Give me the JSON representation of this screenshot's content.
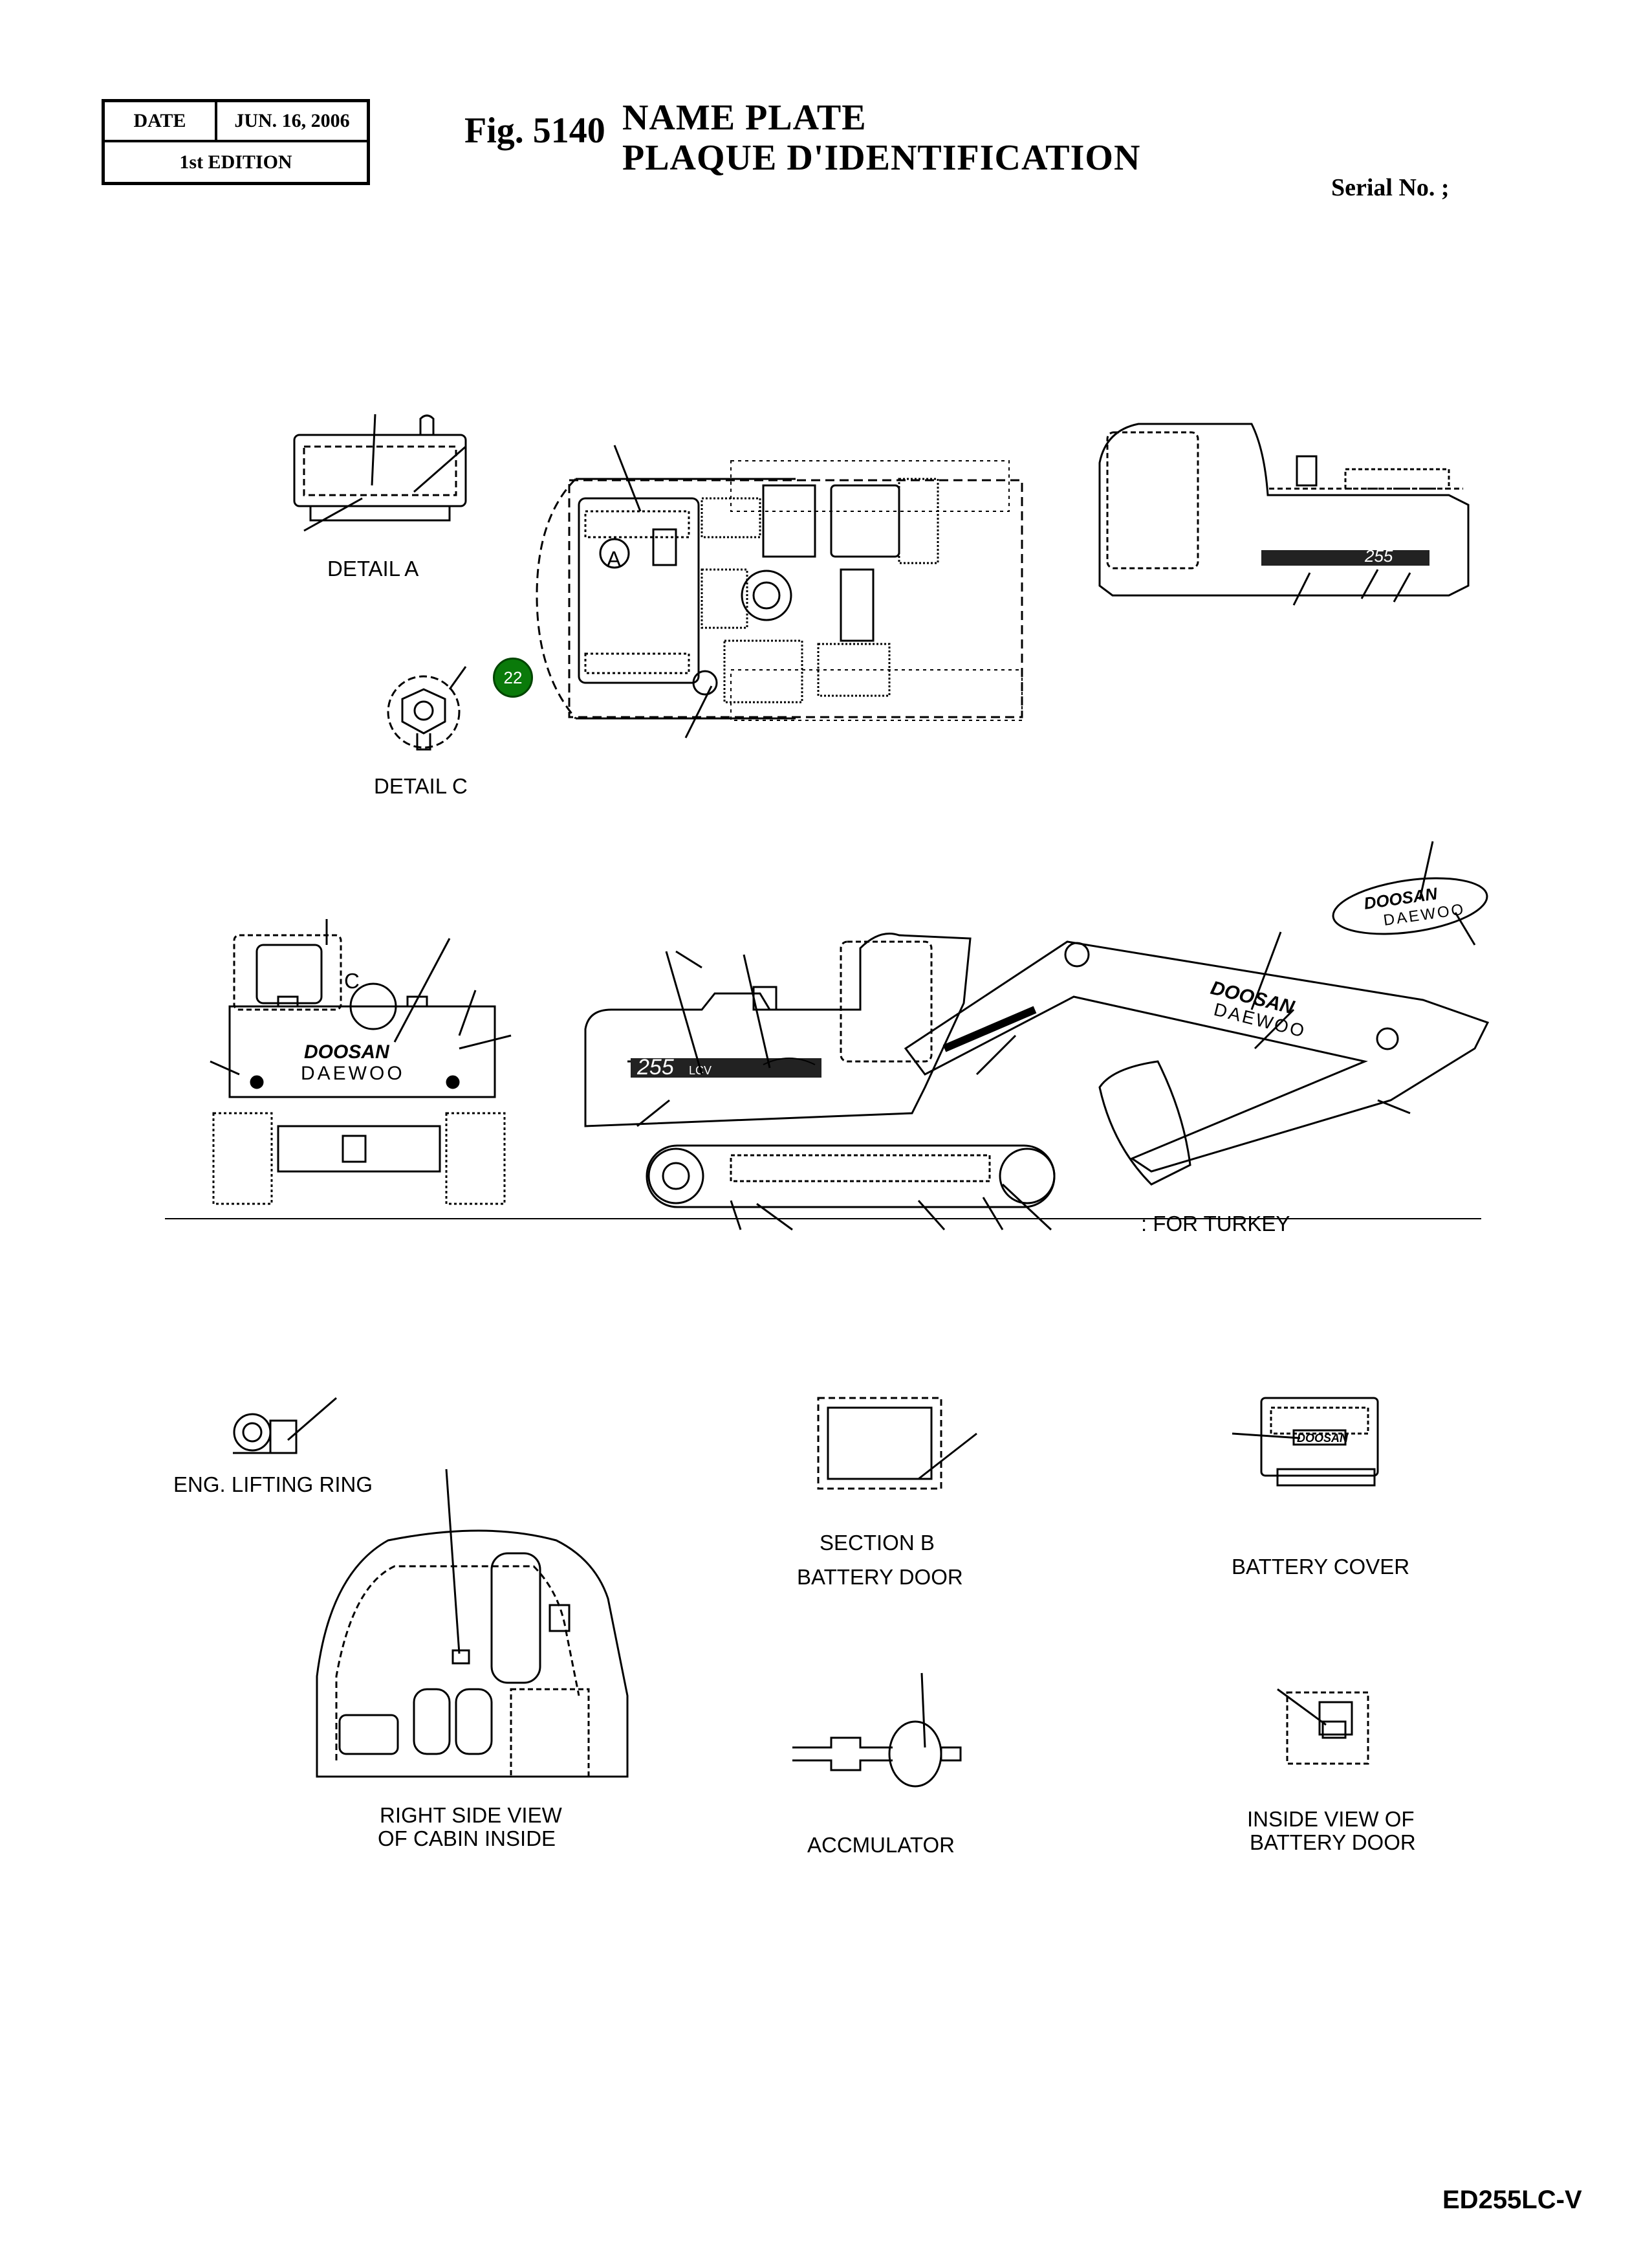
{
  "header": {
    "date_label": "DATE",
    "date_value": "JUN. 16, 2006",
    "edition": "1st EDITION",
    "fig_number": "Fig. 5140",
    "title_line1": "NAME  PLATE",
    "title_line2": "PLAQUE  D'IDENTIFICATION",
    "serial_label": "Serial No. ;"
  },
  "views": {
    "detail_a": "DETAIL  A",
    "detail_c": "DETAIL  C",
    "marker_a": "A",
    "marker_c": "C",
    "for_turkey": ": FOR TURKEY",
    "eng_lifting_ring": "ENG. LIFTING RING",
    "section_b": "SECTION  B",
    "battery_door": "BATTERY DOOR",
    "battery_cover": "BATTERY COVER",
    "cabin_line1": "RIGHT SIDE VIEW",
    "cabin_line2": "OF CABIN INSIDE",
    "accumulator": "ACCMULATOR",
    "inside_view_line1": "INSIDE VIEW OF",
    "inside_view_line2": "BATTERY DOOR"
  },
  "decals": {
    "brand_top": "DOOSAN",
    "brand_bottom": "DAEWOO",
    "model_badge": "255",
    "model_suffix": "LCV"
  },
  "callouts": [
    {
      "number": "22",
      "color": "#0a7a0a"
    }
  ],
  "footer": {
    "model_code": "ED255LC-V"
  }
}
